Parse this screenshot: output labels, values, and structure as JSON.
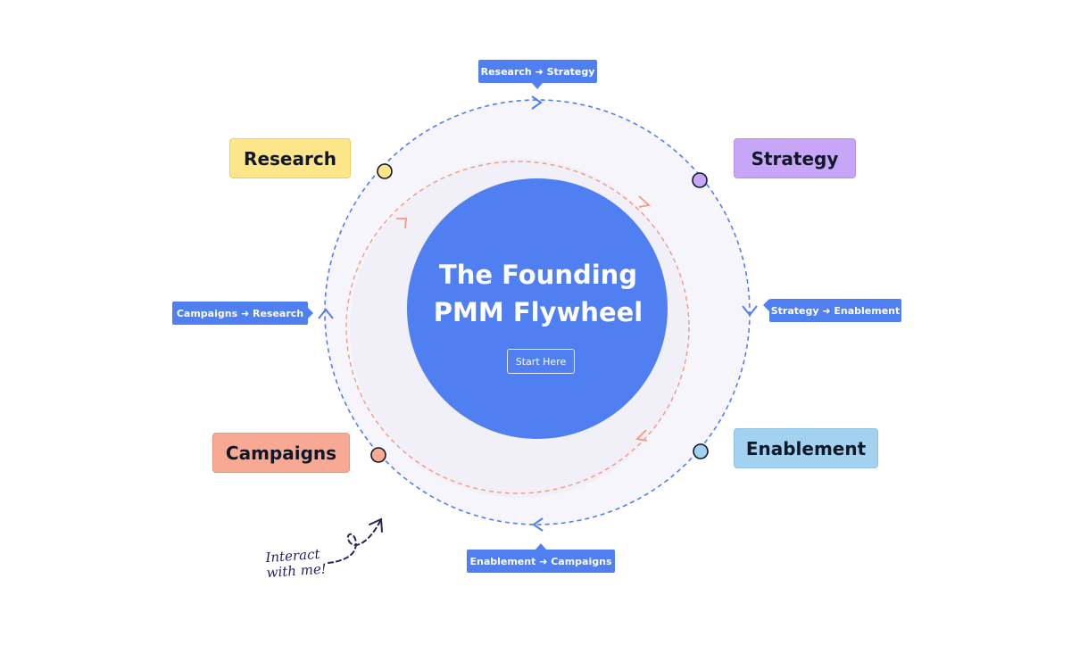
{
  "center": {
    "title_line1": "The Founding",
    "title_line2": "PMM Flywheel",
    "start_label": "Start Here"
  },
  "stages": {
    "research": "Research",
    "strategy": "Strategy",
    "enablement": "Enablement",
    "campaigns": "Campaigns"
  },
  "transitions": {
    "research_strategy": "Research ➜ Strategy",
    "strategy_enablement": "Strategy ➜ Enablement",
    "enablement_campaigns": "Enablement ➜ Campaigns",
    "campaigns_research": "Campaigns ➜ Research"
  },
  "hint": {
    "line1": "Interact",
    "line2": "with me!"
  },
  "colors": {
    "primary_blue": "#4f7ff0",
    "research_yellow": "#fde58a",
    "strategy_purple": "#c7a6f7",
    "enablement_blue": "#a2d2ef",
    "campaigns_salmon": "#f7a993",
    "inner_arrow_salmon": "#f29a80",
    "ring_fill": "#f7f5fc"
  }
}
